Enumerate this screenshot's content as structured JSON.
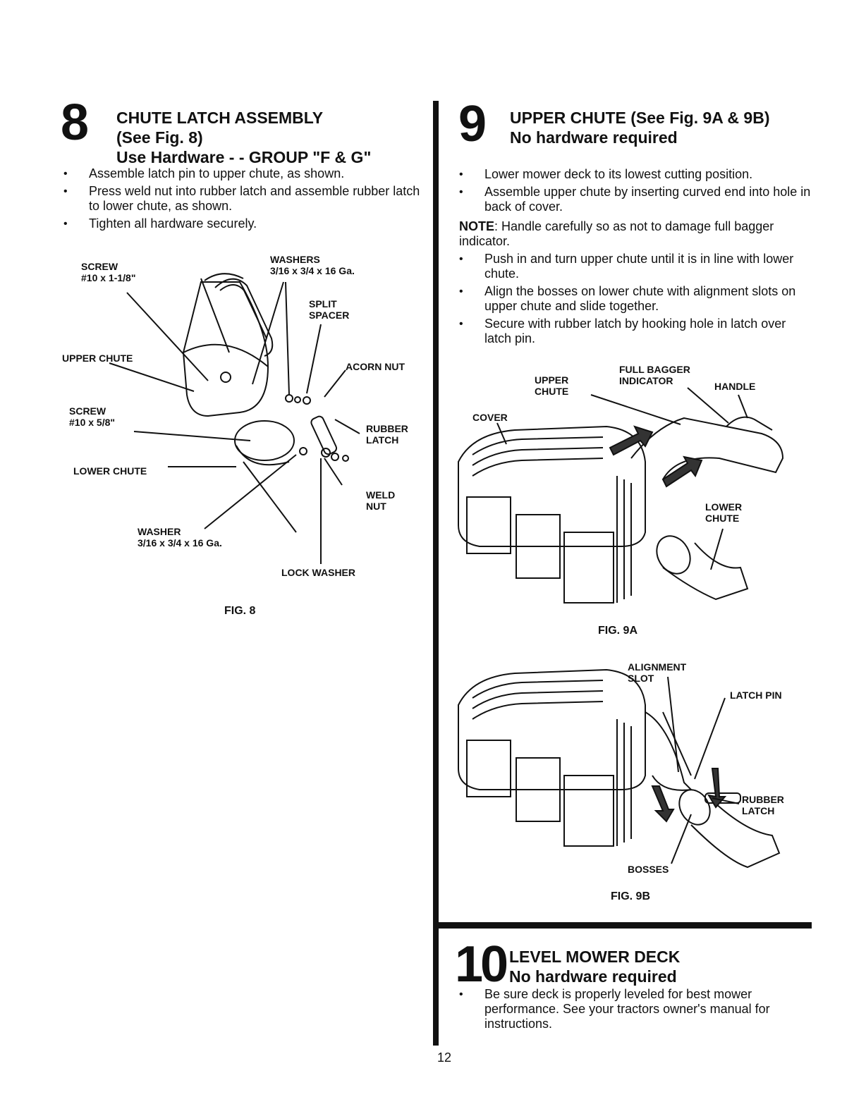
{
  "page_number": "12",
  "step8": {
    "number": "8",
    "title_line1": "CHUTE LATCH ASSEMBLY",
    "title_line2": "(See Fig. 8)",
    "title_line3": "Use Hardware - - GROUP \"F & G\"",
    "bullets": [
      "Assemble latch pin to upper chute, as shown.",
      "Press weld nut into rubber latch and assemble rubber latch to lower chute, as shown.",
      "Tighten all hardware securely."
    ],
    "figure": {
      "caption": "FIG. 8",
      "labels": {
        "screw_long": "SCREW\n#10 x 1-1/8\"",
        "washers": "WASHERS\n3/16 x 3/4 x 16 Ga.",
        "split_spacer": "SPLIT\nSPACER",
        "upper_chute": "UPPER CHUTE",
        "acorn_nut": "ACORN NUT",
        "screw_short": "SCREW\n#10 x 5/8\"",
        "rubber_latch": "RUBBER\nLATCH",
        "lower_chute": "LOWER CHUTE",
        "weld_nut": "WELD\nNUT",
        "washer": "WASHER\n3/16 x 3/4 x 16 Ga.",
        "lock_washer": "LOCK WASHER"
      }
    }
  },
  "step9": {
    "number": "9",
    "title_line1": "UPPER CHUTE  (See Fig. 9A & 9B)",
    "title_line2": "No hardware required",
    "bullets_a": [
      "Lower mower deck to its lowest cutting position.",
      "Assemble upper chute by inserting curved end into hole in back of cover."
    ],
    "note_label": "NOTE",
    "note_text": ": Handle carefully so as not to damage full bagger indicator.",
    "bullets_b": [
      "Push in and turn upper chute until it is in line with lower chute.",
      "Align the bosses on lower chute with alignment slots on upper chute and slide together.",
      "Secure with rubber latch by hooking hole in latch over latch pin."
    ],
    "fig9a": {
      "caption": "FIG. 9A",
      "labels": {
        "full_bagger": "FULL BAGGER\nINDICATOR",
        "upper_chute": "UPPER\nCHUTE",
        "handle": "HANDLE",
        "cover": "COVER",
        "lower_chute": "LOWER\nCHUTE"
      }
    },
    "fig9b": {
      "caption": "FIG. 9B",
      "labels": {
        "alignment_slot": "ALIGNMENT\nSLOT",
        "latch_pin": "LATCH PIN",
        "rubber_latch": "RUBBER\nLATCH",
        "bosses": "BOSSES"
      }
    }
  },
  "step10": {
    "number_a": "1",
    "number_b": "0",
    "title_line1": "LEVEL MOWER DECK",
    "title_line2": "No hardware required",
    "bullets": [
      "Be sure deck is properly leveled for best mower performance. See your tractors owner's manual for instructions."
    ]
  }
}
